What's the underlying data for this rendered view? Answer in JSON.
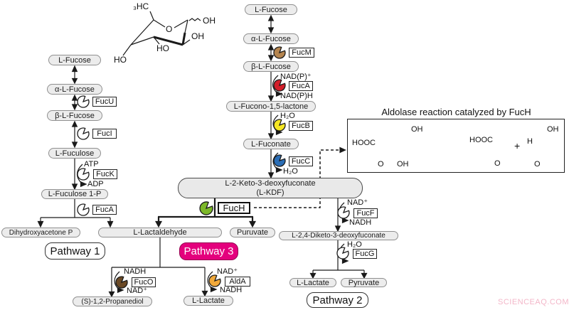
{
  "watermark": "SCIENCEAQ.COM",
  "sugar": {
    "methyl": "₃HC",
    "ring_oxygen": "O",
    "oh_anomeric": "OH",
    "oh_c2": "OH",
    "ho_c3": "HO",
    "ho_c4": "HO"
  },
  "metabolites": {
    "l_fucose_left": "L-Fucose",
    "alpha_l_fucose_left": "α-L-Fucose",
    "beta_l_fucose_left": "β-L-Fucose",
    "l_fuculose": "L-Fuculose",
    "l_fuculose_1p": "L-Fuculose 1-P",
    "dihydroxyacetone_p": "Dihydroxyacetone P",
    "l_fucose_mid": "L-Fucose",
    "alpha_l_fucose_mid": "α-L-Fucose",
    "beta_l_fucose_mid": "β-L-Fucose",
    "l_fucono_lactone": "L-Fucono-1,5-lactone",
    "l_fuconate": "L-Fuconate",
    "l_kdf_line1": "L-2-Keto-3-deoxyfuconate",
    "l_kdf_line2": "(L-KDF)",
    "l_lactaldehyde": "L-Lactaldehyde",
    "puruvate": "Puruvate",
    "l_24_diketo": "L-2,4-Diketo-3-deoxyfuconate",
    "s_12_propanediol": "(S)-1,2-Propanediol",
    "l_lactate_mid": "L-Lactate",
    "l_lactate_right": "L-Lactate",
    "pyruvate_right": "Pyruvate"
  },
  "enzymes": {
    "fucU": {
      "label": "FucU",
      "color": "#ffffff"
    },
    "fucI": {
      "label": "FucI",
      "color": "#ffffff"
    },
    "fucK": {
      "label": "FucK",
      "color": "#ffffff"
    },
    "fucA_left": {
      "label": "FucA",
      "color": "#ffffff"
    },
    "fucM": {
      "label": "FucM",
      "color": "#b5854f"
    },
    "fucA_mid": {
      "label": "FucA",
      "color": "#d31e2a"
    },
    "fucB": {
      "label": "FucB",
      "color": "#f5e623"
    },
    "fucC": {
      "label": "FucC",
      "color": "#2a6db5"
    },
    "fucH": {
      "label": "FucH",
      "color": "#7cb829"
    },
    "fucF": {
      "label": "FucF",
      "color": "#ffffff"
    },
    "fucG": {
      "label": "FucG",
      "color": "#ffffff"
    },
    "fucO": {
      "label": "FucO",
      "color": "#6b4a26"
    },
    "aldA": {
      "label": "AldA",
      "color": "#f1a93a"
    }
  },
  "cofactors": {
    "atp": "ATP",
    "adp": "ADP",
    "nadp_plus": "NAD(P)⁺",
    "nadp_h": "NAD(P)H",
    "h2o_fucB": "H₂O",
    "h2o_fucC": "H₂O",
    "h2o_fucG": "H₂O",
    "nad_plus_fucF": "NAD⁺",
    "nadh_fucF": "NADH",
    "nadh_fucO": "NADH",
    "nad_plus_fucO": "NAD⁺",
    "nad_plus_aldA": "NAD⁺",
    "nadh_aldA": "NADH"
  },
  "pathways": {
    "pathway1": "Pathway 1",
    "pathway2": "Pathway 2",
    "pathway3": "Pathway 3"
  },
  "aldolase": {
    "title": "Aldolase reaction catalyzed by FucH",
    "hooc_left": "HOOC",
    "oh_top_left": "OH",
    "o_left": "O",
    "oh_bottom_left": "OH",
    "hooc_right": "HOOC",
    "o_mid": "O",
    "plus": "+",
    "h": "H",
    "oh_top_right": "OH",
    "o_right": "O"
  }
}
